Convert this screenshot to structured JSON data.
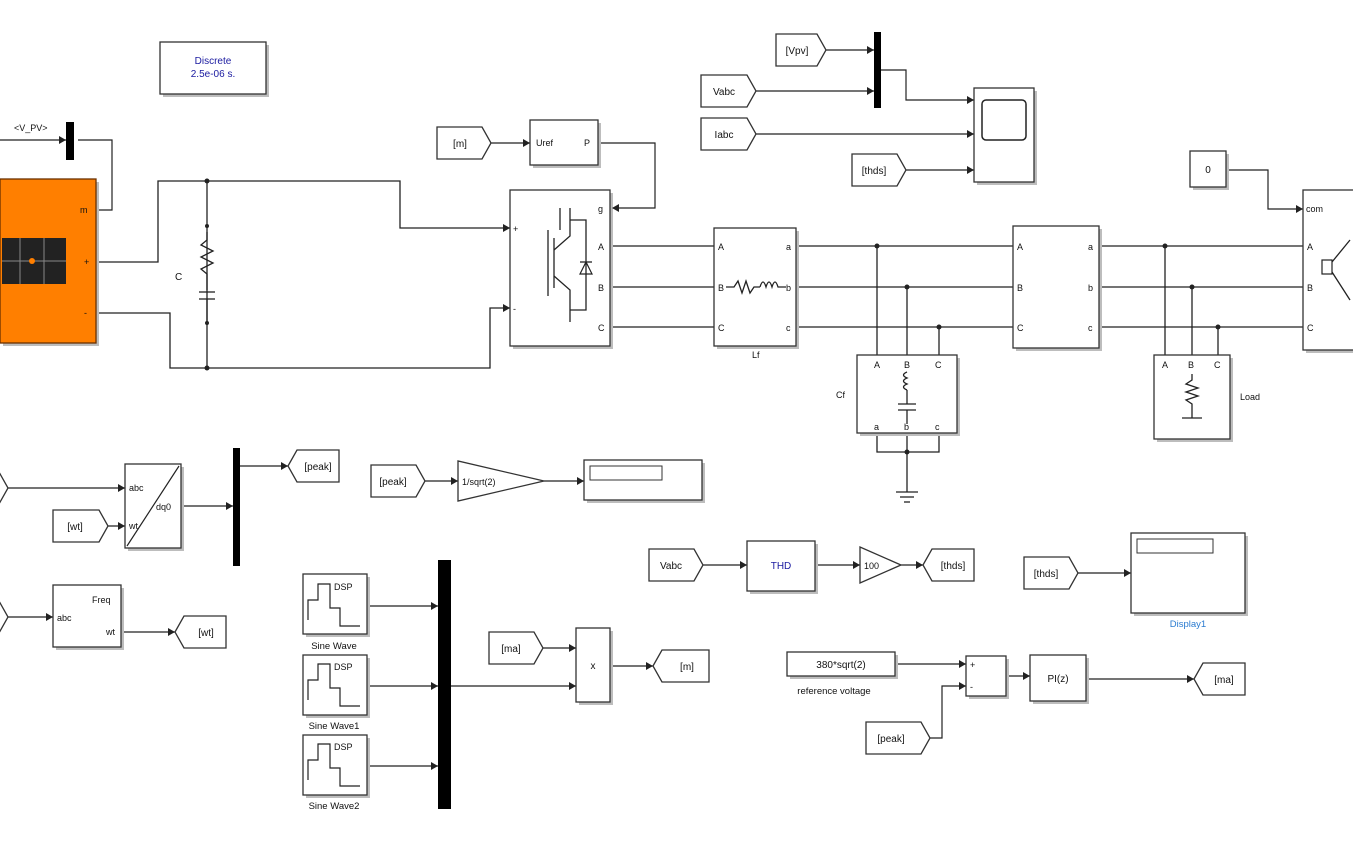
{
  "powergui": {
    "line1": "Discrete",
    "line2": "2.5e-06 s."
  },
  "pv": {
    "bus_label": "<V_PV>",
    "port_m": "m",
    "port_plus": "+",
    "port_minus": "-"
  },
  "dc_link": {
    "cap_label": "C"
  },
  "pwm": {
    "goto_m": "[m]",
    "block_label": "Uref",
    "port_p": "P",
    "port_g": "g"
  },
  "inverter": {
    "port_plus": "+",
    "port_minus": "-",
    "ports": [
      "A",
      "B",
      "C"
    ]
  },
  "filter_l": {
    "name": "Lf",
    "in_ports": [
      "A",
      "B",
      "C"
    ],
    "out_ports": [
      "a",
      "b",
      "c"
    ]
  },
  "filter_c": {
    "name": "Cf",
    "top_ports": [
      "A",
      "B",
      "C"
    ],
    "bottom_ports": [
      "a",
      "b",
      "c"
    ]
  },
  "breaker": {
    "in_ports": [
      "A",
      "B",
      "C"
    ],
    "out_ports": [
      "a",
      "b",
      "c"
    ]
  },
  "load": {
    "name": "Load",
    "top_ports": [
      "A",
      "B",
      "C"
    ]
  },
  "grid_switch": {
    "const_value": "0",
    "port_com": "com",
    "ports": [
      "A",
      "B",
      "C"
    ]
  },
  "scope_group": {
    "tags": [
      "[Vpv]",
      "Vabc",
      "Iabc",
      "[thds]"
    ]
  },
  "dq_block": {
    "port_abc": "abc",
    "port_wt": "wt",
    "port_dq0": "dq0",
    "wt_tag": "[wt]",
    "peak_tag": "[peak]"
  },
  "pll_block": {
    "port_abc": "abc",
    "port_freq": "Freq",
    "port_wt": "wt",
    "wt_tag": "[wt]"
  },
  "rms_chain": {
    "peak_tag": "[peak]",
    "gain": "1/sqrt(2)"
  },
  "thd_chain": {
    "vabc_tag": "Vabc",
    "thd": "THD",
    "gain": "100",
    "thds_tag": "[thds]"
  },
  "display1": {
    "thds_tag": "[thds]",
    "name": "Display1"
  },
  "sine_waves": [
    {
      "icon": "DSP",
      "name": "Sine Wave"
    },
    {
      "icon": "DSP",
      "name": "Sine Wave1"
    },
    {
      "icon": "DSP",
      "name": "Sine Wave2"
    }
  ],
  "mult": {
    "ma_tag": "[ma]",
    "op": "x",
    "m_tag": "[m]"
  },
  "pi_control": {
    "ref_value": "380*sqrt(2)",
    "ref_label": "reference voltage",
    "plus": "+",
    "minus": "-",
    "pi_label": "PI(z)",
    "peak_tag": "[peak]",
    "ma_tag": "[ma]"
  }
}
